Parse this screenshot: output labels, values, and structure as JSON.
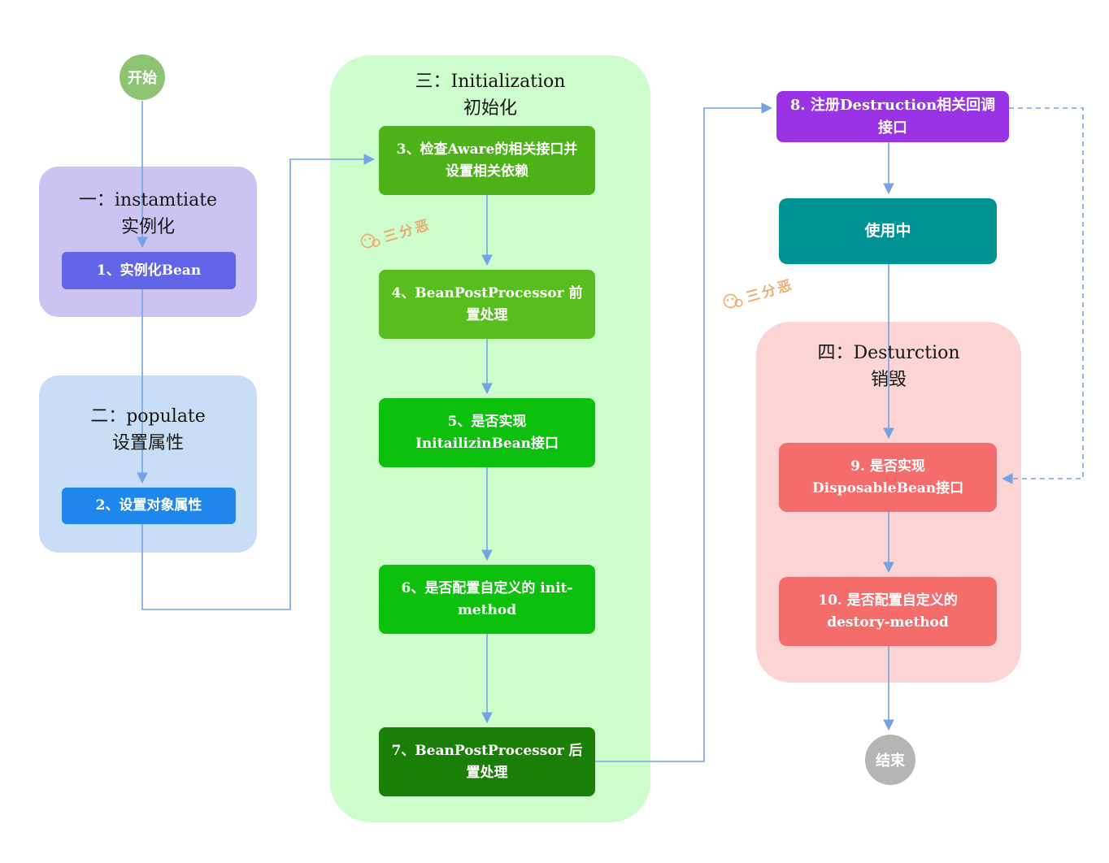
{
  "start": {
    "label": "开始"
  },
  "end": {
    "label": "结束"
  },
  "groups": {
    "g1": {
      "title": "一：instamtiate",
      "subtitle": "实例化"
    },
    "g2": {
      "title": "二：populate",
      "subtitle": "设置属性"
    },
    "g3": {
      "title": "三：Initialization",
      "subtitle": "初始化"
    },
    "g4": {
      "title": "四：Desturction",
      "subtitle": "销毁"
    }
  },
  "steps": {
    "s1": "1、实例化Bean",
    "s2": "2、设置对象属性",
    "s3": "3、检查Aware的相关接口并设置相关依赖",
    "s4": "4、BeanPostProcessor 前置处理",
    "s5": "5、是否实现 InitailizinBean接口",
    "s6": "6、是否配置自定义的 init-method",
    "s7": "7、BeanPostProcessor 后置处理",
    "s8": "8. 注册Destruction相关回调接口",
    "in_use": "使用中",
    "s9": "9. 是否实现 DisposableBean接口",
    "s10": "10. 是否配置自定义的 destory-method"
  },
  "watermark": {
    "text": "三分恶"
  },
  "colors": {
    "arrow": "#74a3e3",
    "start_fill": "#8cc474",
    "end_fill": "#b5b5b5",
    "group_instantiate": "#cbc4f2",
    "group_populate": "#c9def6",
    "group_initialization": "#cdfccd",
    "group_destruction": "#fcd4d4",
    "step1_fill": "#6065e8",
    "step2_fill": "#1f86ec",
    "step3_fill": "#4cb218",
    "step4_fill": "#58bd1e",
    "step5_fill": "#0ec00e",
    "step6_fill": "#0ec00e",
    "step7_fill": "#1a7f06",
    "step8_fill": "#9a33e6",
    "in_use_fill": "#019393",
    "step9_fill": "#f56c6c",
    "step10_fill": "#f56c6c",
    "watermark": "#eaa96e"
  }
}
